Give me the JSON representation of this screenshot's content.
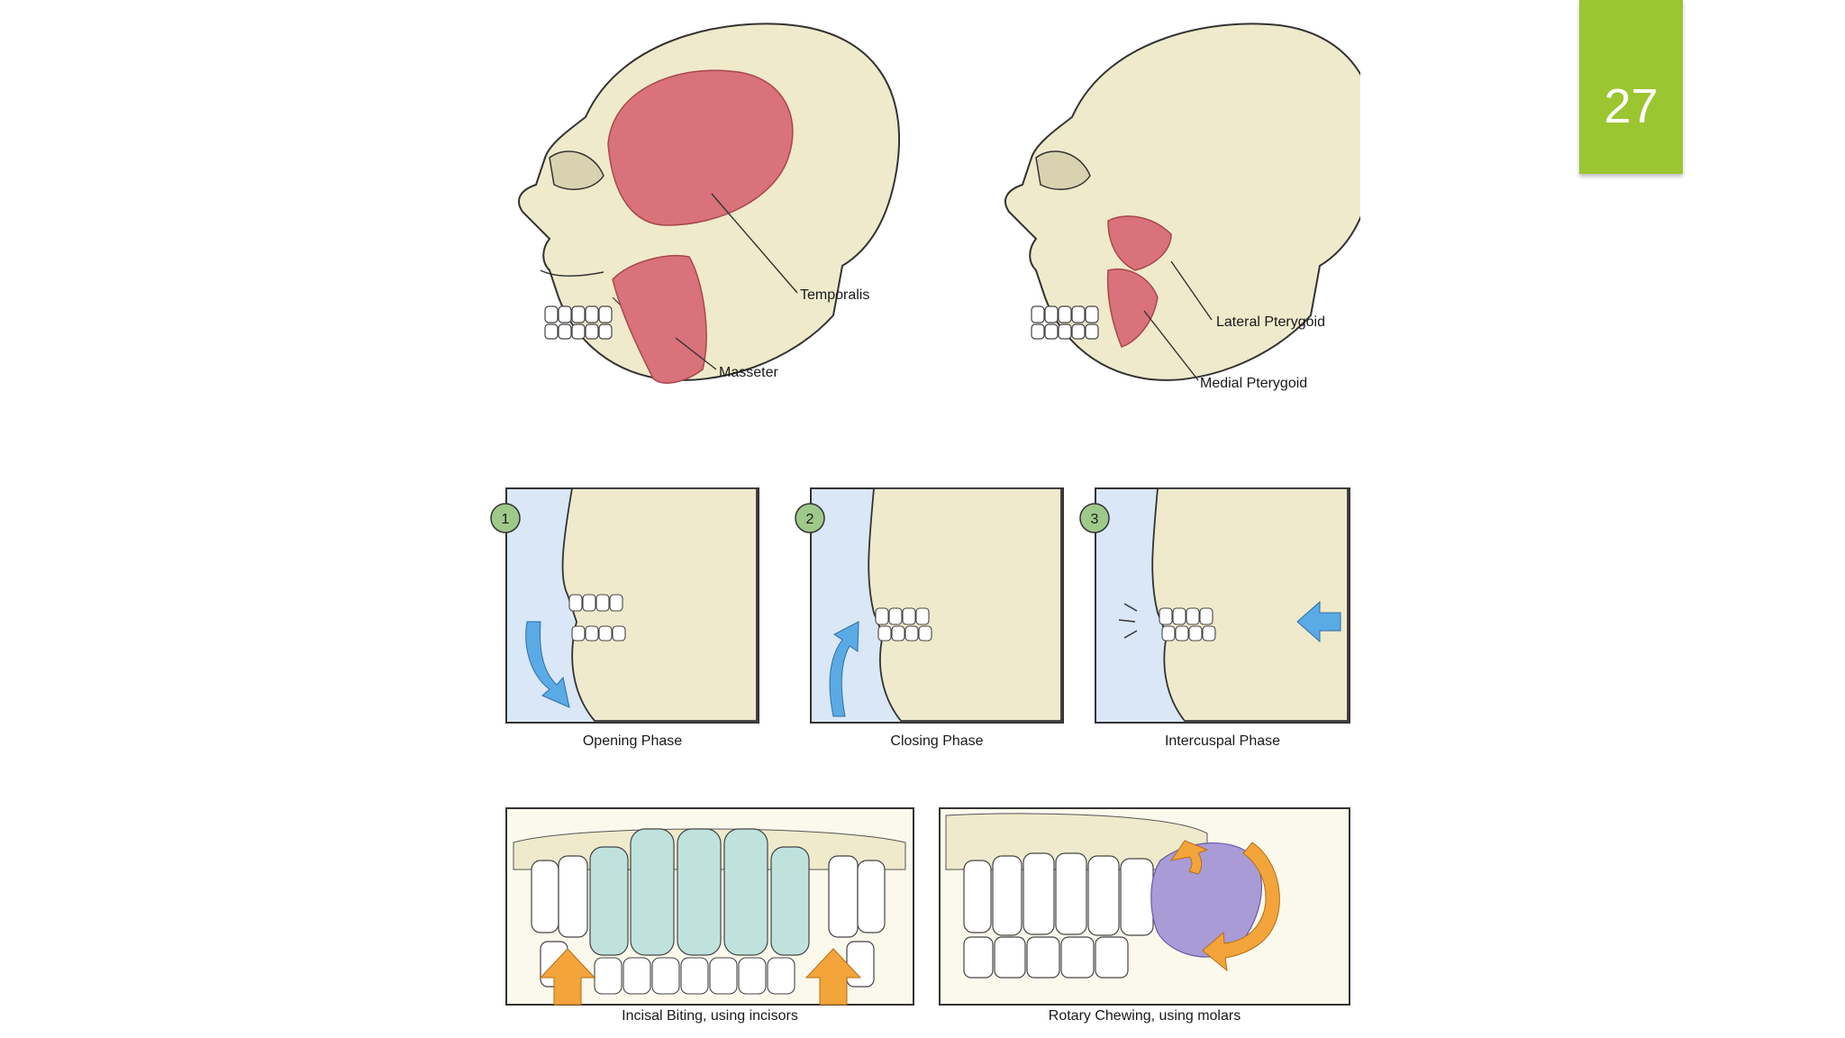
{
  "slide": {
    "page_number": "27"
  },
  "muscles": {
    "temporalis": "Temporalis",
    "masseter": "Masseter",
    "lateral_pterygoid": "Lateral Pterygoid",
    "medial_pterygoid": "Medial Pterygoid"
  },
  "phases": [
    {
      "number": "1",
      "caption": "Opening Phase"
    },
    {
      "number": "2",
      "caption": "Closing Phase"
    },
    {
      "number": "3",
      "caption": "Intercuspal Phase"
    }
  ],
  "bite_types": [
    {
      "caption": "Incisal Biting, using incisors"
    },
    {
      "caption": "Rotary Chewing, using molars"
    }
  ],
  "colors": {
    "accent": "#9bc631",
    "skull": "#efeacb",
    "muscle": "#d9727a",
    "panel_bg": "#d9e7f7",
    "arrow_blue": "#5aaae6",
    "arrow_orange": "#f3a43a",
    "incisor_teal": "#bfe3dc",
    "food_purple": "#a99bd6",
    "step_badge": "#9fc98a"
  }
}
